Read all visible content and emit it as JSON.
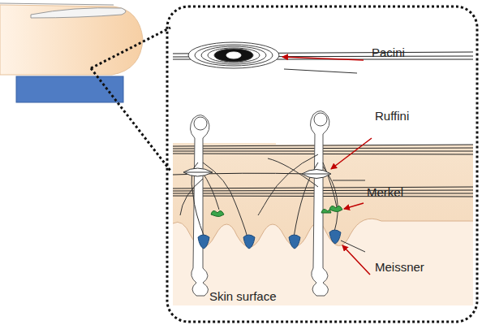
{
  "diagram": {
    "labels": [
      "Pacini",
      "Ruffini",
      "Merkel",
      "Meissner",
      "Skin surface"
    ]
  }
}
